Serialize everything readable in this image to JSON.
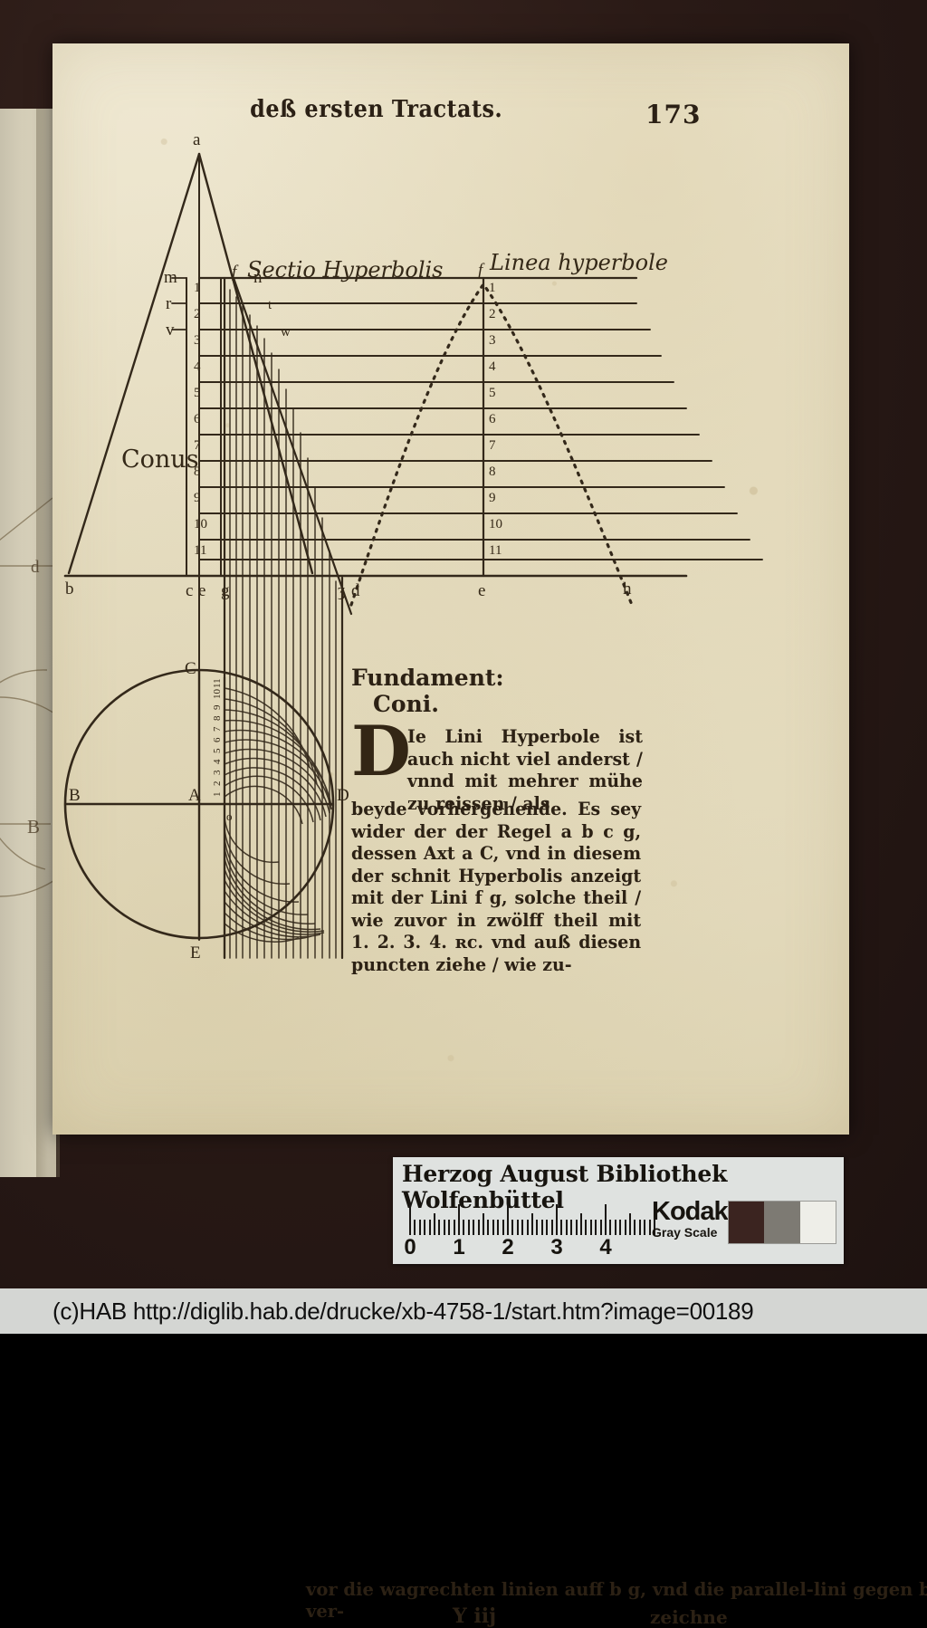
{
  "page": {
    "header_title": "deß ersten Tractats.",
    "page_number": "173"
  },
  "figure": {
    "apex_label": "a",
    "conus_label": "Conus",
    "caption_left": "Sectio Hyperbolis",
    "caption_right": "Linea hyperbole",
    "f_left": "f",
    "f_right": "f",
    "left_margin_labels": [
      "m",
      "r",
      "v"
    ],
    "inner_labels": [
      "n",
      "t",
      "w"
    ],
    "left_scale": [
      "1",
      "2",
      "3",
      "4",
      "5",
      "6",
      "7",
      "8",
      "9",
      "10",
      "11"
    ],
    "right_scale": [
      "1",
      "2",
      "3",
      "4",
      "5",
      "6",
      "7",
      "8",
      "9",
      "10",
      "11"
    ],
    "baseline_labels": [
      "b",
      "c",
      "e",
      "g",
      "ʒ",
      "d",
      "e",
      "h"
    ],
    "circle_labels": {
      "top": "C",
      "left": "B",
      "center": "A",
      "right": "D",
      "bottom": "E",
      "origin": "o"
    },
    "circle_scale": [
      "11",
      "10",
      "9",
      "8",
      "7",
      "6",
      "5",
      "4",
      "3",
      "2",
      "1"
    ]
  },
  "text": {
    "heading_1": "Fundament:",
    "heading_2": "Coni.",
    "dropcap": "D",
    "paragraph_indented": "Ie Lini Hyperbole ist auch nicht viel anderst / vnnd mit mehrer mühe zu reissen / als",
    "paragraph_full": "beyde vorhergehende. Es sey wider der der Regel a b c g, dessen Axt a C, vnd in diesem der schnit Hyperbolis anzeigt mit der Lini f g, solche theil / wie zuvor in zwölff theil mit 1. 2. 3. 4. ʀc. vnd auß diesen puncten ziehe / wie zu-",
    "bottom_line": "vor die wagrechten linien auff b g, vnd die parallel-lini gegen b g, ver-",
    "signature": "Y iij",
    "catchword": "zeichne"
  },
  "target": {
    "library": "Herzog August Bibliothek Wolfenbüttel",
    "kodak": "Kodak",
    "grayscale": "Gray Scale",
    "ruler_numbers": [
      "0",
      "1",
      "2",
      "3",
      "4"
    ],
    "patch_colors": [
      "#3b2420",
      "#7d7a73",
      "#eeeee8"
    ]
  },
  "footer": {
    "url": "(c)HAB http://diglib.hab.de/drucke/xb-4758-1/start.htm?image=00189"
  },
  "colors": {
    "frame": "#2a1a16",
    "paper": "#e9e1c7",
    "ink": "#2e2317"
  }
}
